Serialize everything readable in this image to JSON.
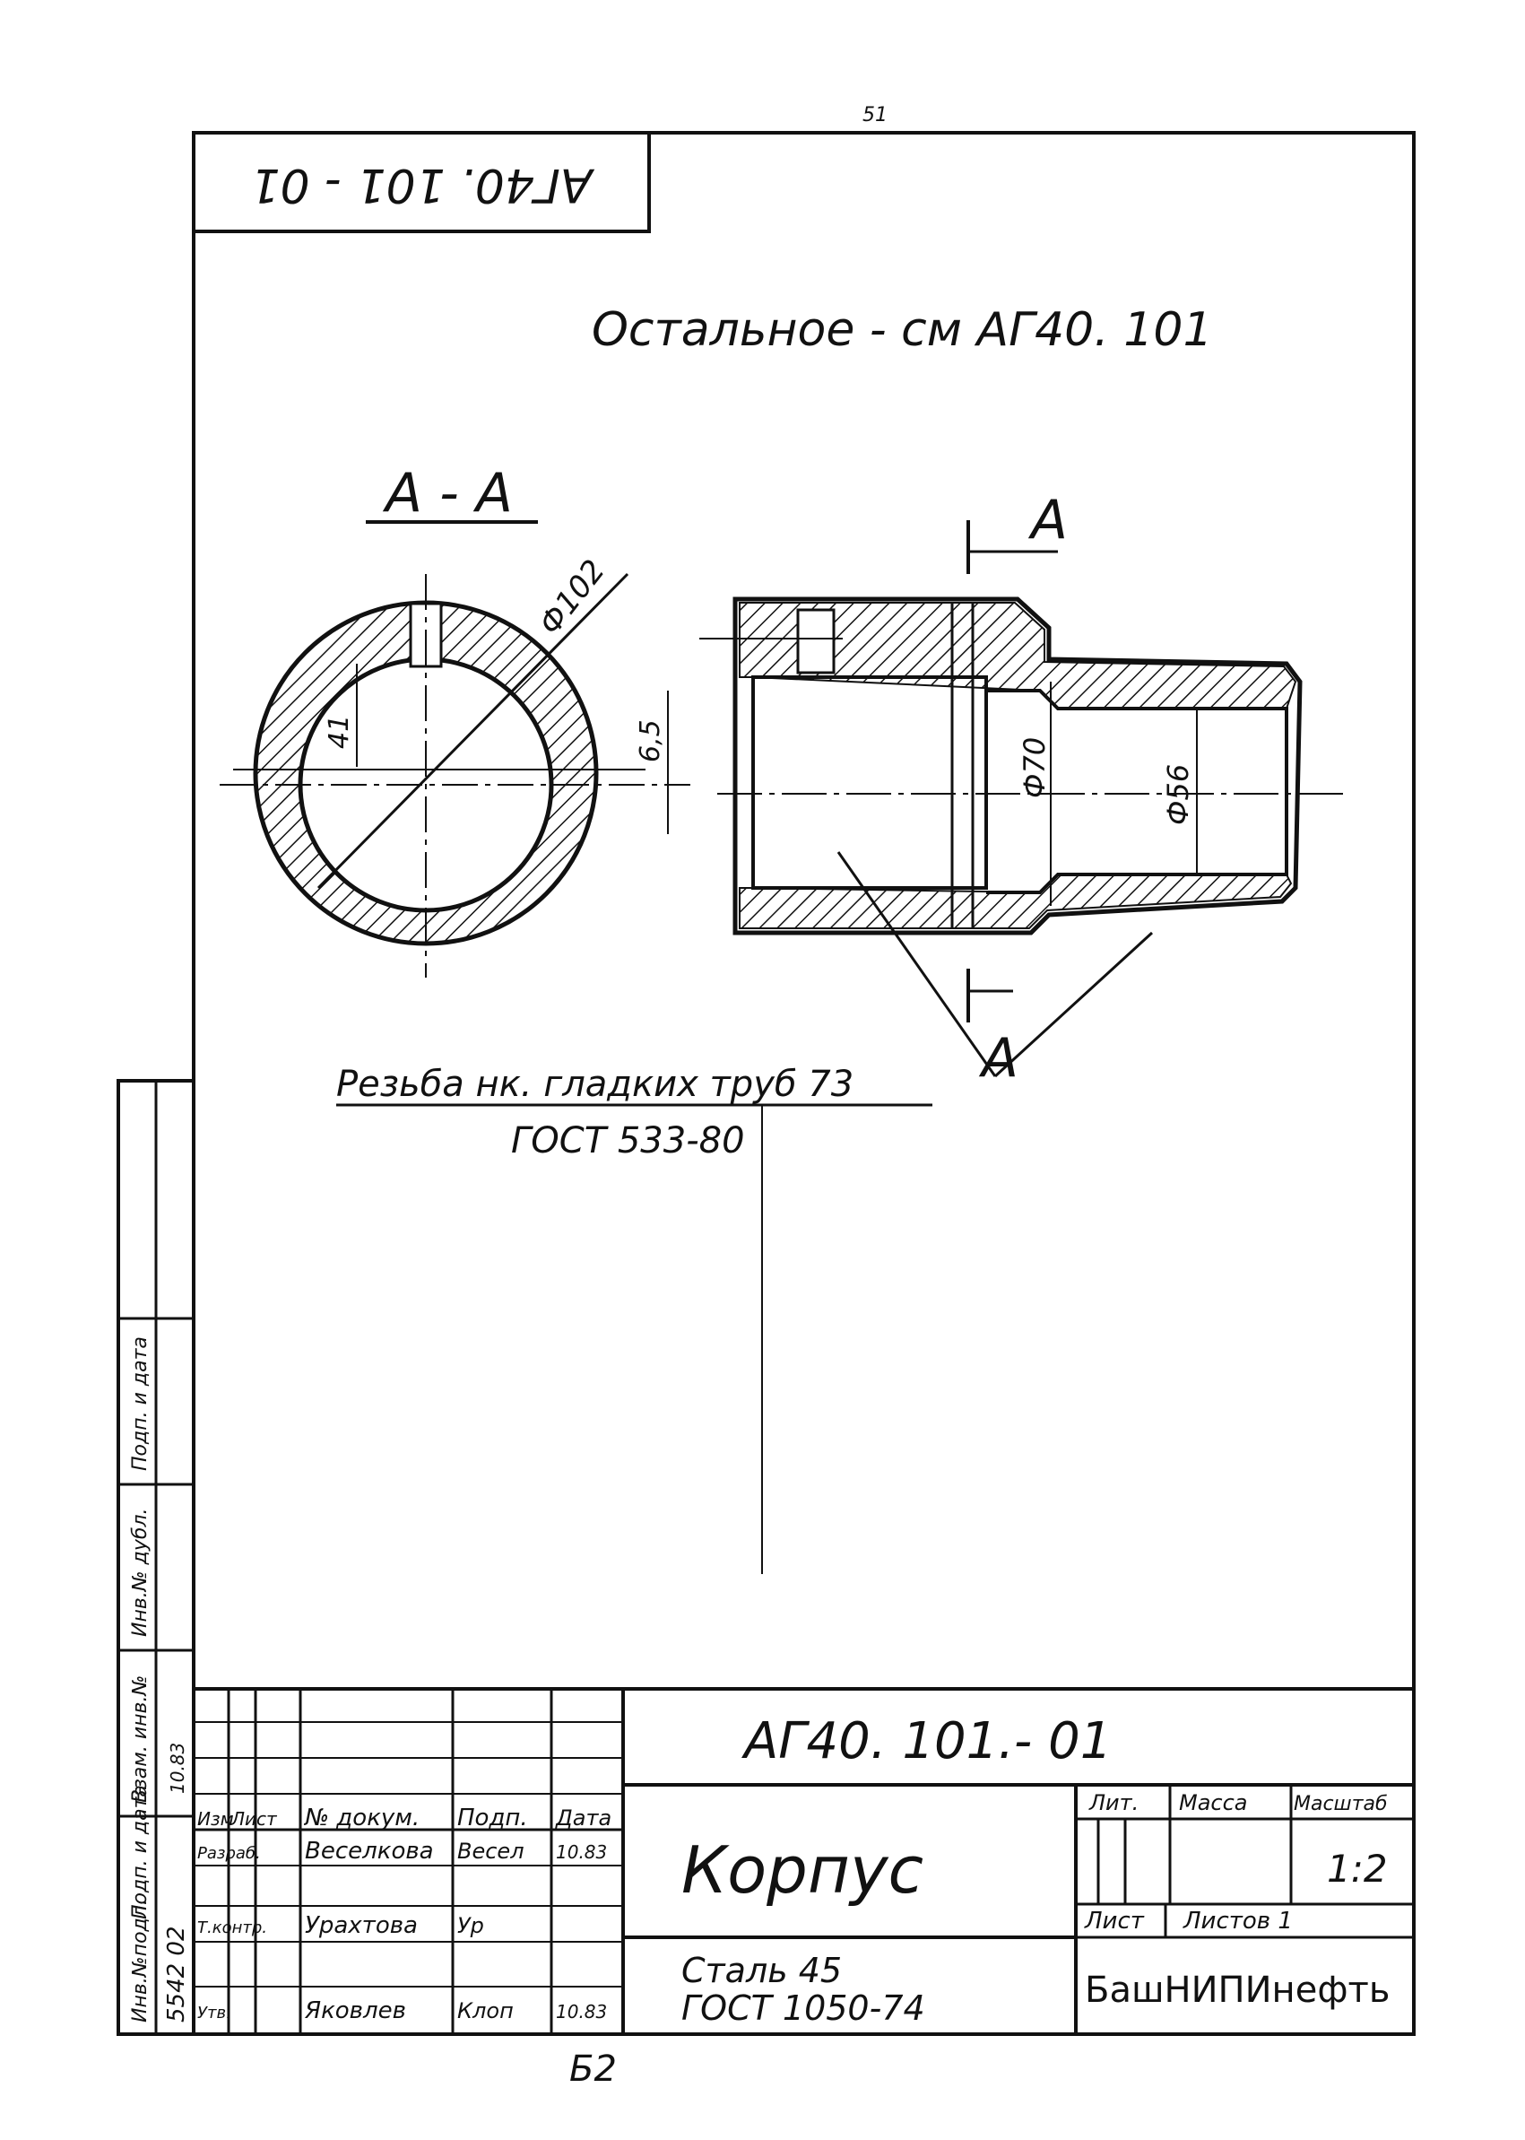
{
  "page_number": "51",
  "stamp_code_rotated": "АГ40. 101 - 01",
  "note": "Остальное - см  АГ40. 101",
  "section_label": "А - А",
  "cut_label_top": "А",
  "cut_label_bottom": "А",
  "dims": {
    "d102": "Ф102",
    "d41": "41",
    "d65": "6,5",
    "d70": "Ф70",
    "d56": "Ф56"
  },
  "thread_note": {
    "line1": "Резьба нк. гладких труб 73",
    "line2": "ГОСТ 533-80"
  },
  "side_column": [
    "Инв.№подл.",
    "Подп. и дата",
    "Взам. инв.№",
    "Инв.№ дубл.",
    "Подп. и дата"
  ],
  "side_values": {
    "inv_no": "5542 02",
    "sign_date": "10.83"
  },
  "title_block": {
    "designation": "АГ40. 101.- 01",
    "name": "Корпус",
    "material_line1": "Сталь 45",
    "material_line2": "ГОСТ 1050-74",
    "lit_label": "Лит.",
    "mass_label": "Масса",
    "scale_label": "Масштаб",
    "scale_value": "1:2",
    "sheet_label": "Лист",
    "sheets_label": "Листов 1",
    "organization": "БашНИПИнефть",
    "col_headers": [
      "Изм",
      "Лист",
      "№ докум.",
      "Подп.",
      "Дата"
    ],
    "rows": [
      {
        "role": "Разраб.",
        "name": "Веселкова",
        "sign": "Весел",
        "date": "10.83"
      },
      {
        "role": "Т.контр.",
        "name": "Урахтова",
        "sign": "Ур",
        "date": ""
      },
      {
        "role": "Утв.",
        "name": "Яковлев",
        "sign": "Клоп",
        "date": "10.83"
      }
    ]
  },
  "bottom_mark": "Б2"
}
